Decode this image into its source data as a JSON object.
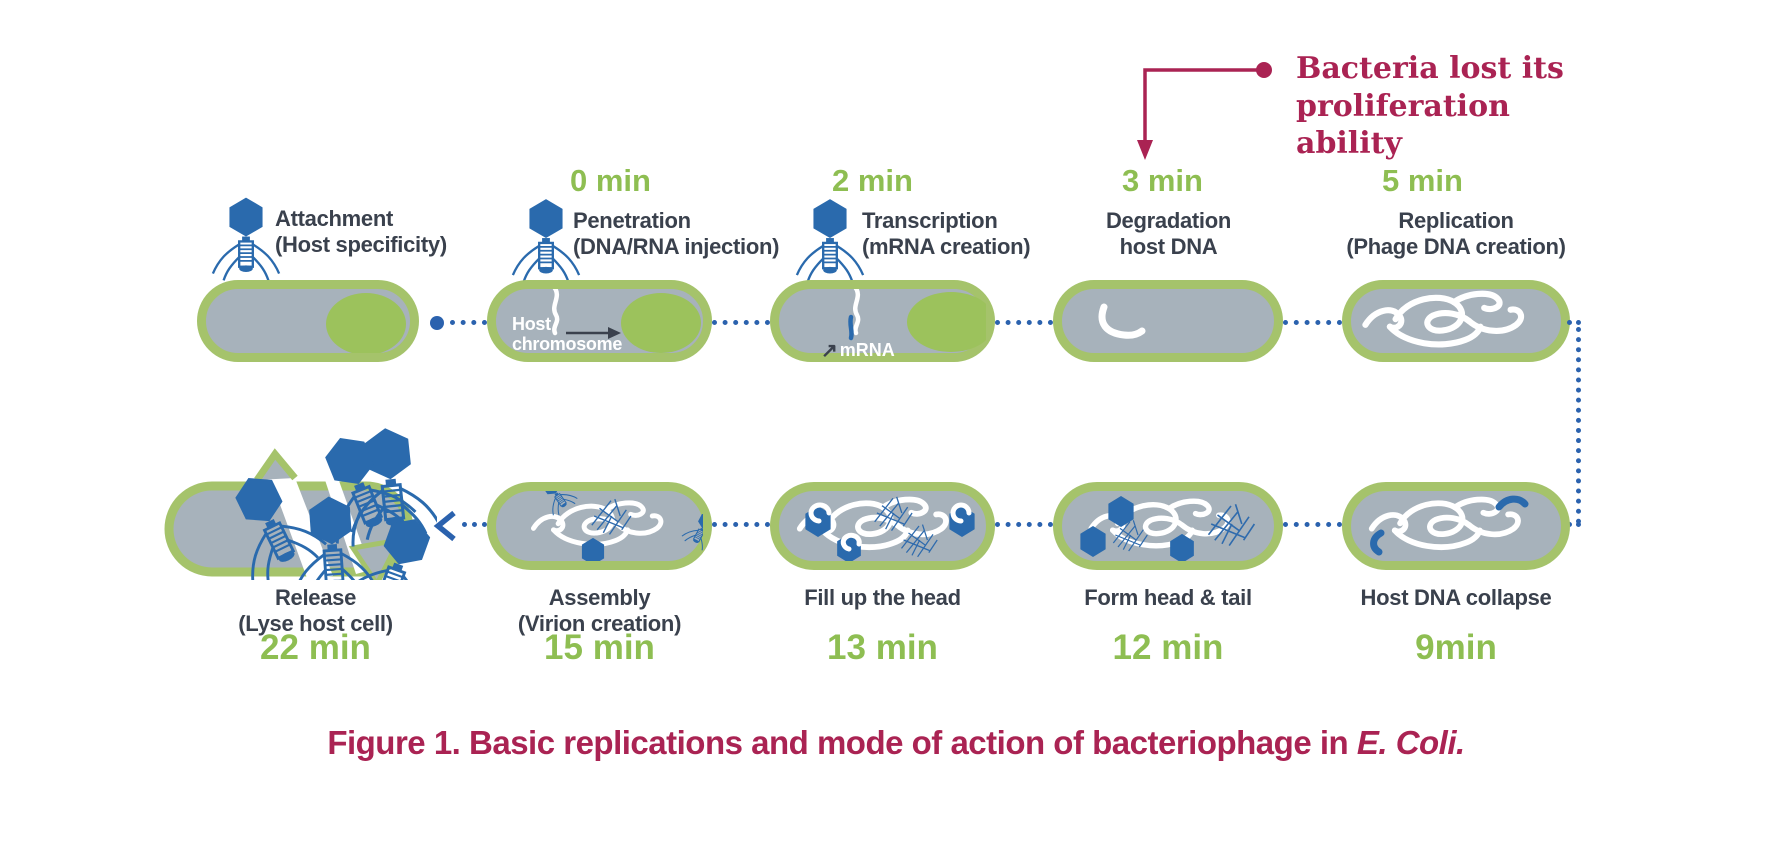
{
  "annotation": {
    "line1": "Bacteria lost its",
    "line2": "proliferation ability"
  },
  "top": [
    {
      "time": "",
      "name": "Attachment",
      "sub": "(Host specificity)"
    },
    {
      "time": "0 min",
      "name": "Penetration",
      "sub": "(DNA/RNA injection)",
      "inner_line1": "Host",
      "inner_line2": "chromosome"
    },
    {
      "time": "2 min",
      "name": "Transcription",
      "sub": "(mRNA creation)",
      "inner_label": "mRNA"
    },
    {
      "time": "3 min",
      "name": "Degradation",
      "sub": "host DNA"
    },
    {
      "time": "5 min",
      "name": "Replication",
      "sub": "(Phage DNA creation)"
    }
  ],
  "bottom": [
    {
      "name": "Release",
      "sub": "(Lyse host cell)",
      "time": "22 min"
    },
    {
      "name": "Assembly",
      "sub": "(Virion creation)",
      "time": "15 min"
    },
    {
      "name": "Fill up the head",
      "time": "13 min"
    },
    {
      "name": "Form head & tail",
      "time": "12 min"
    },
    {
      "name": "Host DNA collapse",
      "time": "9min"
    }
  ],
  "caption": {
    "text": "Figure 1. Basic replications and mode of action of bacteriophage in ",
    "italic": "E. Coli."
  },
  "colors": {
    "membrane_green": "#a5c36b",
    "nucleoid_green": "#9cc25c",
    "time_green": "#8ebe52",
    "cell_gray": "#a7b2bb",
    "phage_blue": "#2a6aad",
    "connector_blue": "#2b62ae",
    "crimson": "#aa2353",
    "label_dark": "#3a414d"
  }
}
